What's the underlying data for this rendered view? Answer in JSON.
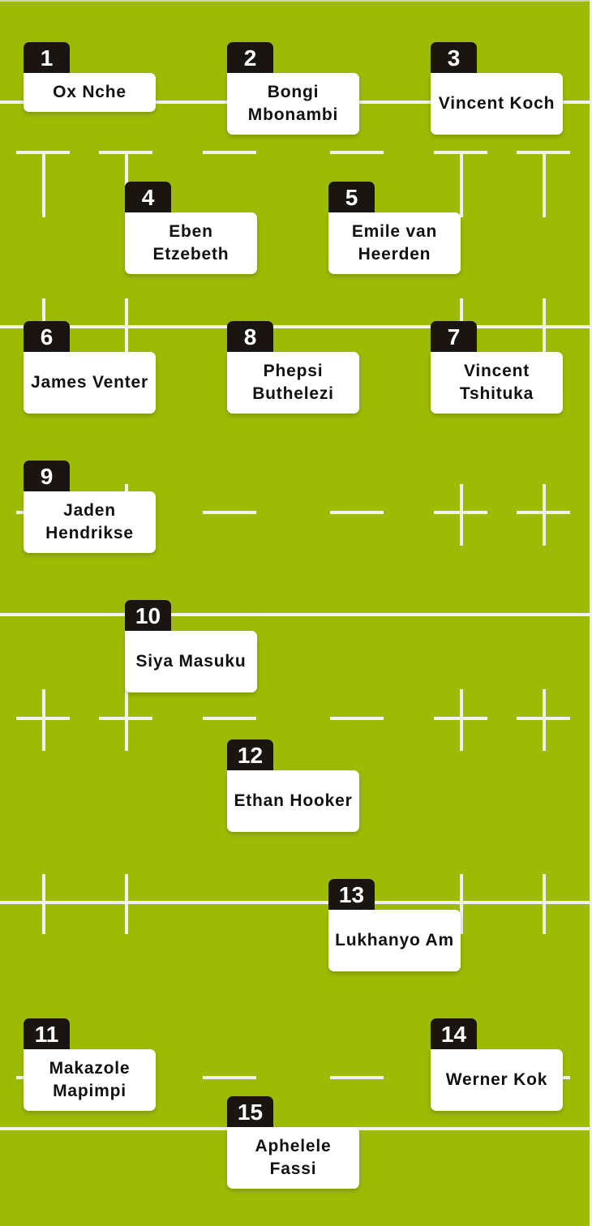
{
  "colors": {
    "pitch": "#9dbb05",
    "lines": "#f1f2ee",
    "badge": "#1b1512",
    "card": "#ffffff"
  },
  "players": [
    {
      "number": "1",
      "name": "Ox Nche"
    },
    {
      "number": "2",
      "name": "Bongi Mbonambi"
    },
    {
      "number": "3",
      "name": "Vincent Koch"
    },
    {
      "number": "4",
      "name": "Eben Etzebeth"
    },
    {
      "number": "5",
      "name": "Emile van Heerden"
    },
    {
      "number": "6",
      "name": "James Venter"
    },
    {
      "number": "8",
      "name": "Phepsi Buthelezi"
    },
    {
      "number": "7",
      "name": "Vincent Tshituka"
    },
    {
      "number": "9",
      "name": "Jaden Hendrikse"
    },
    {
      "number": "10",
      "name": "Siya Masuku"
    },
    {
      "number": "12",
      "name": "Ethan Hooker"
    },
    {
      "number": "13",
      "name": "Lukhanyo Am"
    },
    {
      "number": "11",
      "name": "Makazole Mapimpi"
    },
    {
      "number": "14",
      "name": "Werner Kok"
    },
    {
      "number": "15",
      "name": "Aphelele Fassi"
    }
  ]
}
